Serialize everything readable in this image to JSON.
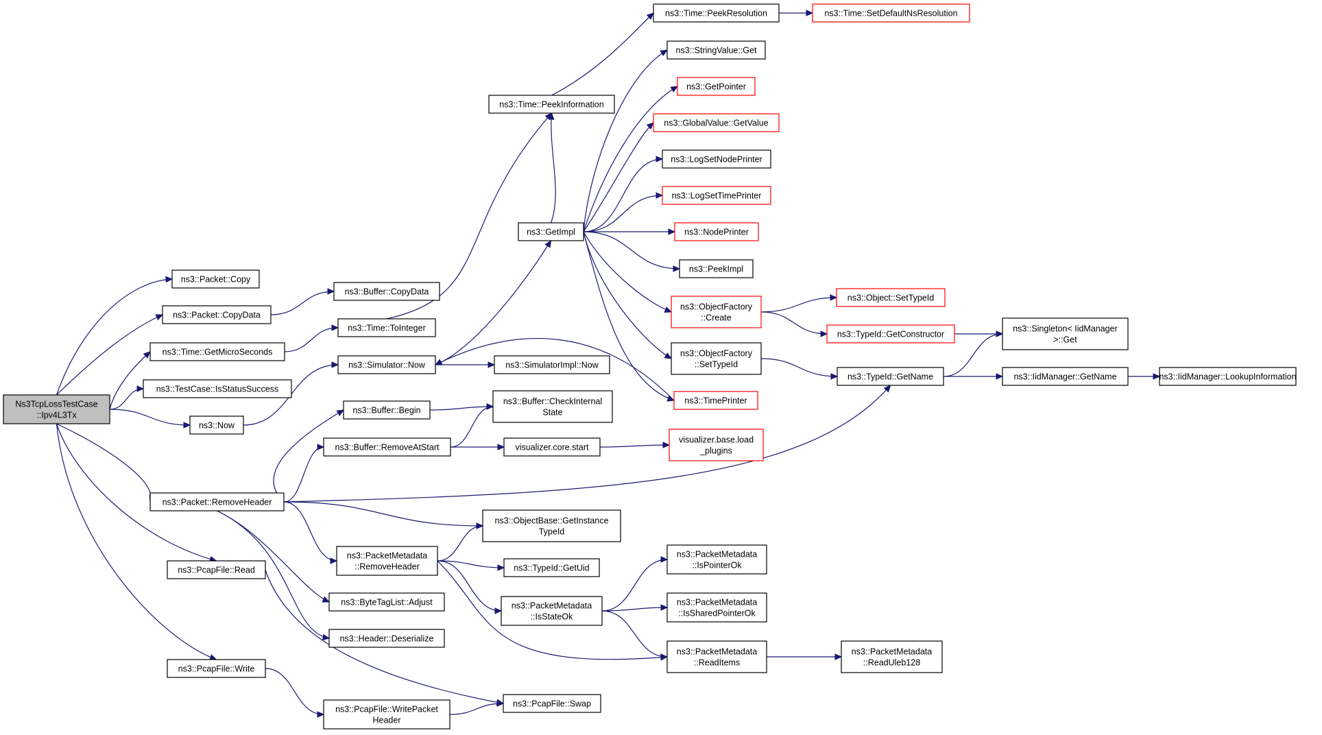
{
  "chart_data": {
    "type": "diagram",
    "nodes": [
      {
        "id": "root",
        "lines": [
          "Ns3TcpLossTestCase",
          "::Ipv4L3Tx"
        ],
        "style": "root"
      },
      {
        "id": "pkt_copy",
        "lines": [
          "ns3::Packet::Copy"
        ],
        "style": "normal"
      },
      {
        "id": "pkt_copydata",
        "lines": [
          "ns3::Packet::CopyData"
        ],
        "style": "normal"
      },
      {
        "id": "time_getmicro",
        "lines": [
          "ns3::Time::GetMicroSeconds"
        ],
        "style": "normal"
      },
      {
        "id": "tc_isstatus",
        "lines": [
          "ns3::TestCase::IsStatusSuccess"
        ],
        "style": "normal"
      },
      {
        "id": "now",
        "lines": [
          "ns3::Now"
        ],
        "style": "normal"
      },
      {
        "id": "pkt_removeheader",
        "lines": [
          "ns3::Packet::RemoveHeader"
        ],
        "style": "normal"
      },
      {
        "id": "pcap_read",
        "lines": [
          "ns3::PcapFile::Read"
        ],
        "style": "normal"
      },
      {
        "id": "pcap_write",
        "lines": [
          "ns3::PcapFile::Write"
        ],
        "style": "normal"
      },
      {
        "id": "buf_copydata",
        "lines": [
          "ns3::Buffer::CopyData"
        ],
        "style": "normal"
      },
      {
        "id": "time_tointeger",
        "lines": [
          "ns3::Time::ToInteger"
        ],
        "style": "normal"
      },
      {
        "id": "sim_now",
        "lines": [
          "ns3::Simulator::Now"
        ],
        "style": "normal"
      },
      {
        "id": "buf_begin",
        "lines": [
          "ns3::Buffer::Begin"
        ],
        "style": "normal"
      },
      {
        "id": "buf_removeatstart",
        "lines": [
          "ns3::Buffer::RemoveAtStart"
        ],
        "style": "normal"
      },
      {
        "id": "pm_removeheader",
        "lines": [
          "ns3::PacketMetadata",
          "::RemoveHeader"
        ],
        "style": "normal"
      },
      {
        "id": "btl_adjust",
        "lines": [
          "ns3::ByteTagList::Adjust"
        ],
        "style": "normal"
      },
      {
        "id": "hdr_deserialize",
        "lines": [
          "ns3::Header::Deserialize"
        ],
        "style": "normal"
      },
      {
        "id": "pcap_writepacketheader",
        "lines": [
          "ns3::PcapFile::WritePacket",
          "Header"
        ],
        "style": "normal"
      },
      {
        "id": "time_peekinfo",
        "lines": [
          "ns3::Time::PeekInformation"
        ],
        "style": "normal"
      },
      {
        "id": "getimpl",
        "lines": [
          "ns3::GetImpl"
        ],
        "style": "normal"
      },
      {
        "id": "simimpl_now",
        "lines": [
          "ns3::SimulatorImpl::Now"
        ],
        "style": "normal"
      },
      {
        "id": "buf_checkinternal",
        "lines": [
          "ns3::Buffer::CheckInternal",
          "State"
        ],
        "style": "normal"
      },
      {
        "id": "viz_start",
        "lines": [
          "visualizer.core.start"
        ],
        "style": "normal"
      },
      {
        "id": "ob_getinstance",
        "lines": [
          "ns3::ObjectBase::GetInstance",
          "TypeId"
        ],
        "style": "normal"
      },
      {
        "id": "typeid_getuid",
        "lines": [
          "ns3::TypeId::GetUid"
        ],
        "style": "normal"
      },
      {
        "id": "pm_isstateok",
        "lines": [
          "ns3::PacketMetadata",
          "::IsStateOk"
        ],
        "style": "normal"
      },
      {
        "id": "pcap_swap",
        "lines": [
          "ns3::PcapFile::Swap"
        ],
        "style": "normal"
      },
      {
        "id": "time_peekres",
        "lines": [
          "ns3::Time::PeekResolution"
        ],
        "style": "normal"
      },
      {
        "id": "sv_get",
        "lines": [
          "ns3::StringValue::Get"
        ],
        "style": "normal"
      },
      {
        "id": "getpointer",
        "lines": [
          "ns3::GetPointer"
        ],
        "style": "red"
      },
      {
        "id": "gv_getvalue",
        "lines": [
          "ns3::GlobalValue::GetValue"
        ],
        "style": "red"
      },
      {
        "id": "logsetnode",
        "lines": [
          "ns3::LogSetNodePrinter"
        ],
        "style": "normal"
      },
      {
        "id": "logsettime",
        "lines": [
          "ns3::LogSetTimePrinter"
        ],
        "style": "red"
      },
      {
        "id": "nodeprinter",
        "lines": [
          "ns3::NodePrinter"
        ],
        "style": "red"
      },
      {
        "id": "peekimpl",
        "lines": [
          "ns3::PeekImpl"
        ],
        "style": "normal"
      },
      {
        "id": "of_create",
        "lines": [
          "ns3::ObjectFactory",
          "::Create"
        ],
        "style": "red"
      },
      {
        "id": "of_settypeid",
        "lines": [
          "ns3::ObjectFactory",
          "::SetTypeId"
        ],
        "style": "normal"
      },
      {
        "id": "timeprinter",
        "lines": [
          "ns3::TimePrinter"
        ],
        "style": "red"
      },
      {
        "id": "viz_loadplugins",
        "lines": [
          "visualizer.base.load",
          "_plugins"
        ],
        "style": "red"
      },
      {
        "id": "pm_ispointerok",
        "lines": [
          "ns3::PacketMetadata",
          "::IsPointerOk"
        ],
        "style": "normal"
      },
      {
        "id": "pm_issharedok",
        "lines": [
          "ns3::PacketMetadata",
          "::IsSharedPointerOk"
        ],
        "style": "normal"
      },
      {
        "id": "pm_readitems",
        "lines": [
          "ns3::PacketMetadata",
          "::ReadItems"
        ],
        "style": "normal"
      },
      {
        "id": "time_setdefault",
        "lines": [
          "ns3::Time::SetDefaultNsResolution"
        ],
        "style": "red"
      },
      {
        "id": "obj_settypeid",
        "lines": [
          "ns3::Object::SetTypeId"
        ],
        "style": "red"
      },
      {
        "id": "typeid_getctor",
        "lines": [
          "ns3::TypeId::GetConstructor"
        ],
        "style": "red"
      },
      {
        "id": "typeid_getname",
        "lines": [
          "ns3::TypeId::GetName"
        ],
        "style": "normal"
      },
      {
        "id": "pm_readuleb",
        "lines": [
          "ns3::PacketMetadata",
          "::ReadUleb128"
        ],
        "style": "normal"
      },
      {
        "id": "singleton_get",
        "lines": [
          "ns3::Singleton< IidManager",
          ">::Get"
        ],
        "style": "normal"
      },
      {
        "id": "iid_getname",
        "lines": [
          "ns3::IidManager::GetName"
        ],
        "style": "normal"
      },
      {
        "id": "iid_lookup",
        "lines": [
          "ns3::IidManager::LookupInformation"
        ],
        "style": "normal"
      }
    ],
    "edges": [
      [
        "root",
        "pkt_copy"
      ],
      [
        "root",
        "pkt_copydata"
      ],
      [
        "root",
        "time_getmicro"
      ],
      [
        "root",
        "tc_isstatus"
      ],
      [
        "root",
        "now"
      ],
      [
        "root",
        "pkt_removeheader"
      ],
      [
        "root",
        "pcap_read"
      ],
      [
        "root",
        "pcap_write"
      ],
      [
        "pkt_copydata",
        "buf_copydata"
      ],
      [
        "time_getmicro",
        "time_tointeger"
      ],
      [
        "now",
        "sim_now"
      ],
      [
        "pkt_removeheader",
        "buf_begin"
      ],
      [
        "pkt_removeheader",
        "buf_removeatstart"
      ],
      [
        "pkt_removeheader",
        "ob_getinstance"
      ],
      [
        "pkt_removeheader",
        "pm_removeheader"
      ],
      [
        "pkt_removeheader",
        "btl_adjust"
      ],
      [
        "pkt_removeheader",
        "hdr_deserialize"
      ],
      [
        "pkt_removeheader",
        "typeid_getname"
      ],
      [
        "pcap_read",
        "pcap_swap"
      ],
      [
        "pcap_write",
        "pcap_writepacketheader"
      ],
      [
        "pcap_writepacketheader",
        "pcap_swap"
      ],
      [
        "time_tointeger",
        "time_peekinfo"
      ],
      [
        "sim_now",
        "getimpl"
      ],
      [
        "sim_now",
        "simimpl_now"
      ],
      [
        "buf_begin",
        "buf_checkinternal"
      ],
      [
        "buf_removeatstart",
        "buf_checkinternal"
      ],
      [
        "buf_removeatstart",
        "viz_start"
      ],
      [
        "pm_removeheader",
        "ob_getinstance"
      ],
      [
        "pm_removeheader",
        "typeid_getuid"
      ],
      [
        "pm_removeheader",
        "pm_isstateok"
      ],
      [
        "pm_removeheader",
        "pm_readitems"
      ],
      [
        "time_peekinfo",
        "time_peekres"
      ],
      [
        "getimpl",
        "time_peekinfo"
      ],
      [
        "getimpl",
        "sv_get"
      ],
      [
        "getimpl",
        "getpointer"
      ],
      [
        "getimpl",
        "gv_getvalue"
      ],
      [
        "getimpl",
        "logsetnode"
      ],
      [
        "getimpl",
        "logsettime"
      ],
      [
        "getimpl",
        "nodeprinter"
      ],
      [
        "getimpl",
        "peekimpl"
      ],
      [
        "getimpl",
        "of_create"
      ],
      [
        "getimpl",
        "of_settypeid"
      ],
      [
        "getimpl",
        "timeprinter"
      ],
      [
        "timeprinter",
        "sim_now"
      ],
      [
        "viz_start",
        "viz_loadplugins"
      ],
      [
        "pm_isstateok",
        "pm_ispointerok"
      ],
      [
        "pm_isstateok",
        "pm_issharedok"
      ],
      [
        "pm_isstateok",
        "pm_readitems"
      ],
      [
        "time_peekres",
        "time_setdefault"
      ],
      [
        "of_create",
        "obj_settypeid"
      ],
      [
        "of_create",
        "typeid_getctor"
      ],
      [
        "of_settypeid",
        "typeid_getname"
      ],
      [
        "pm_readitems",
        "pm_readuleb"
      ],
      [
        "typeid_getctor",
        "singleton_get"
      ],
      [
        "typeid_getname",
        "singleton_get"
      ],
      [
        "typeid_getname",
        "iid_getname"
      ],
      [
        "iid_getname",
        "iid_lookup"
      ]
    ]
  }
}
